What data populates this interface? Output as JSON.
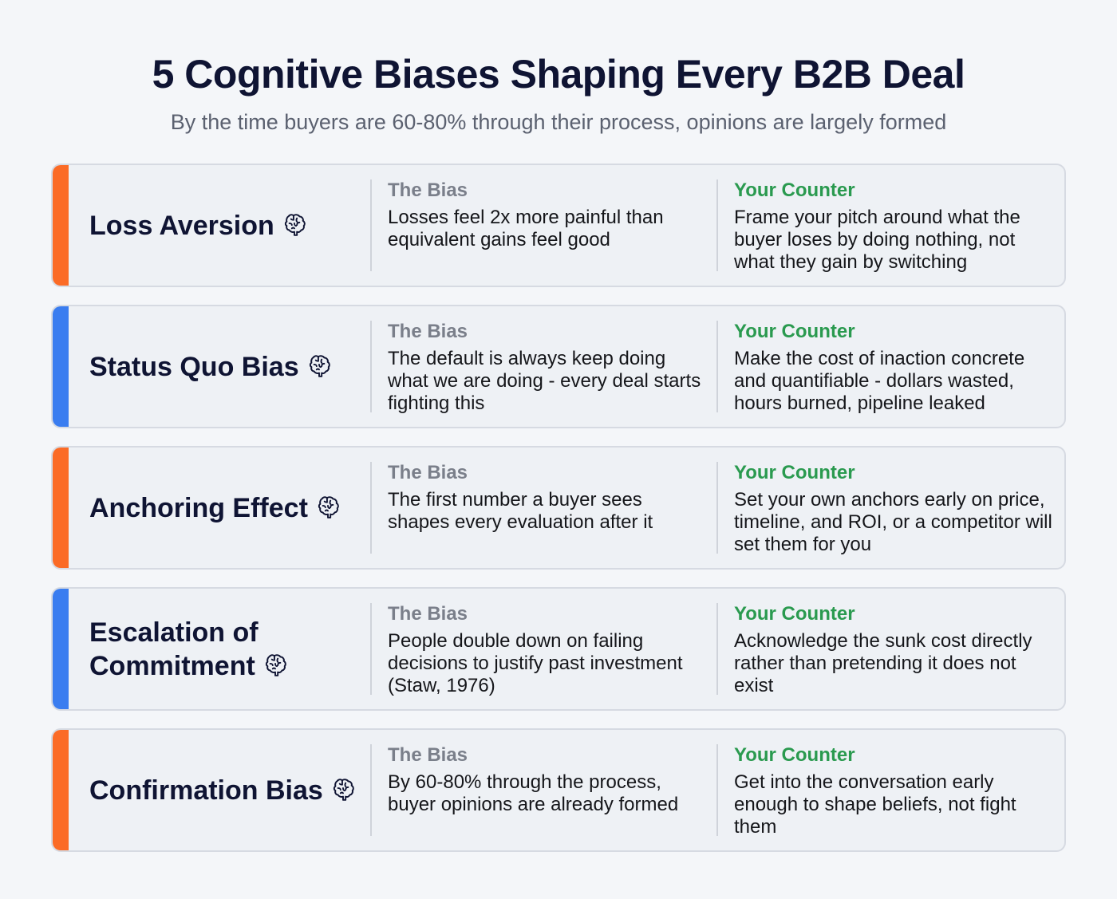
{
  "header": {
    "title": "5 Cognitive Biases Shaping Every B2B Deal",
    "subtitle": "By the time buyers are 60-80% through their process, opinions are largely formed"
  },
  "labels": {
    "bias": "The Bias",
    "counter": "Your Counter"
  },
  "colors": {
    "orange": "#fb6b26",
    "blue": "#3a7df0",
    "counter_green": "#2a9a4f"
  },
  "rows": [
    {
      "name": "Loss Aversion",
      "icon": "brain-icon",
      "accent": "orange",
      "bias": "Losses feel 2x more painful than equivalent gains feel good",
      "counter": "Frame your pitch around what the buyer loses by doing nothing, not what they gain by switching"
    },
    {
      "name": "Status Quo Bias",
      "icon": "brain-icon",
      "accent": "blue",
      "bias": "The default is always keep doing what we are doing - every deal starts fighting this",
      "counter": "Make the cost of inaction concrete and quantifiable - dollars wasted, hours burned, pipeline leaked"
    },
    {
      "name": "Anchoring Effect",
      "icon": "brain-icon",
      "accent": "orange",
      "bias": "The first number a buyer sees shapes every evaluation after it",
      "counter": "Set your own anchors early on price, timeline, and ROI, or a competitor will set them for you"
    },
    {
      "name": "Escalation of Commitment",
      "icon": "brain-icon",
      "accent": "blue",
      "bias": "People double down on failing decisions to justify past investment (Staw, 1976)",
      "counter": "Acknowledge the sunk cost directly rather than pretending it does not exist"
    },
    {
      "name": "Confirmation Bias",
      "icon": "brain-icon",
      "accent": "orange",
      "bias": "By 60-80% through the process, buyer opinions are already formed",
      "counter": "Get into the conversation early enough to shape beliefs, not fight them"
    }
  ]
}
